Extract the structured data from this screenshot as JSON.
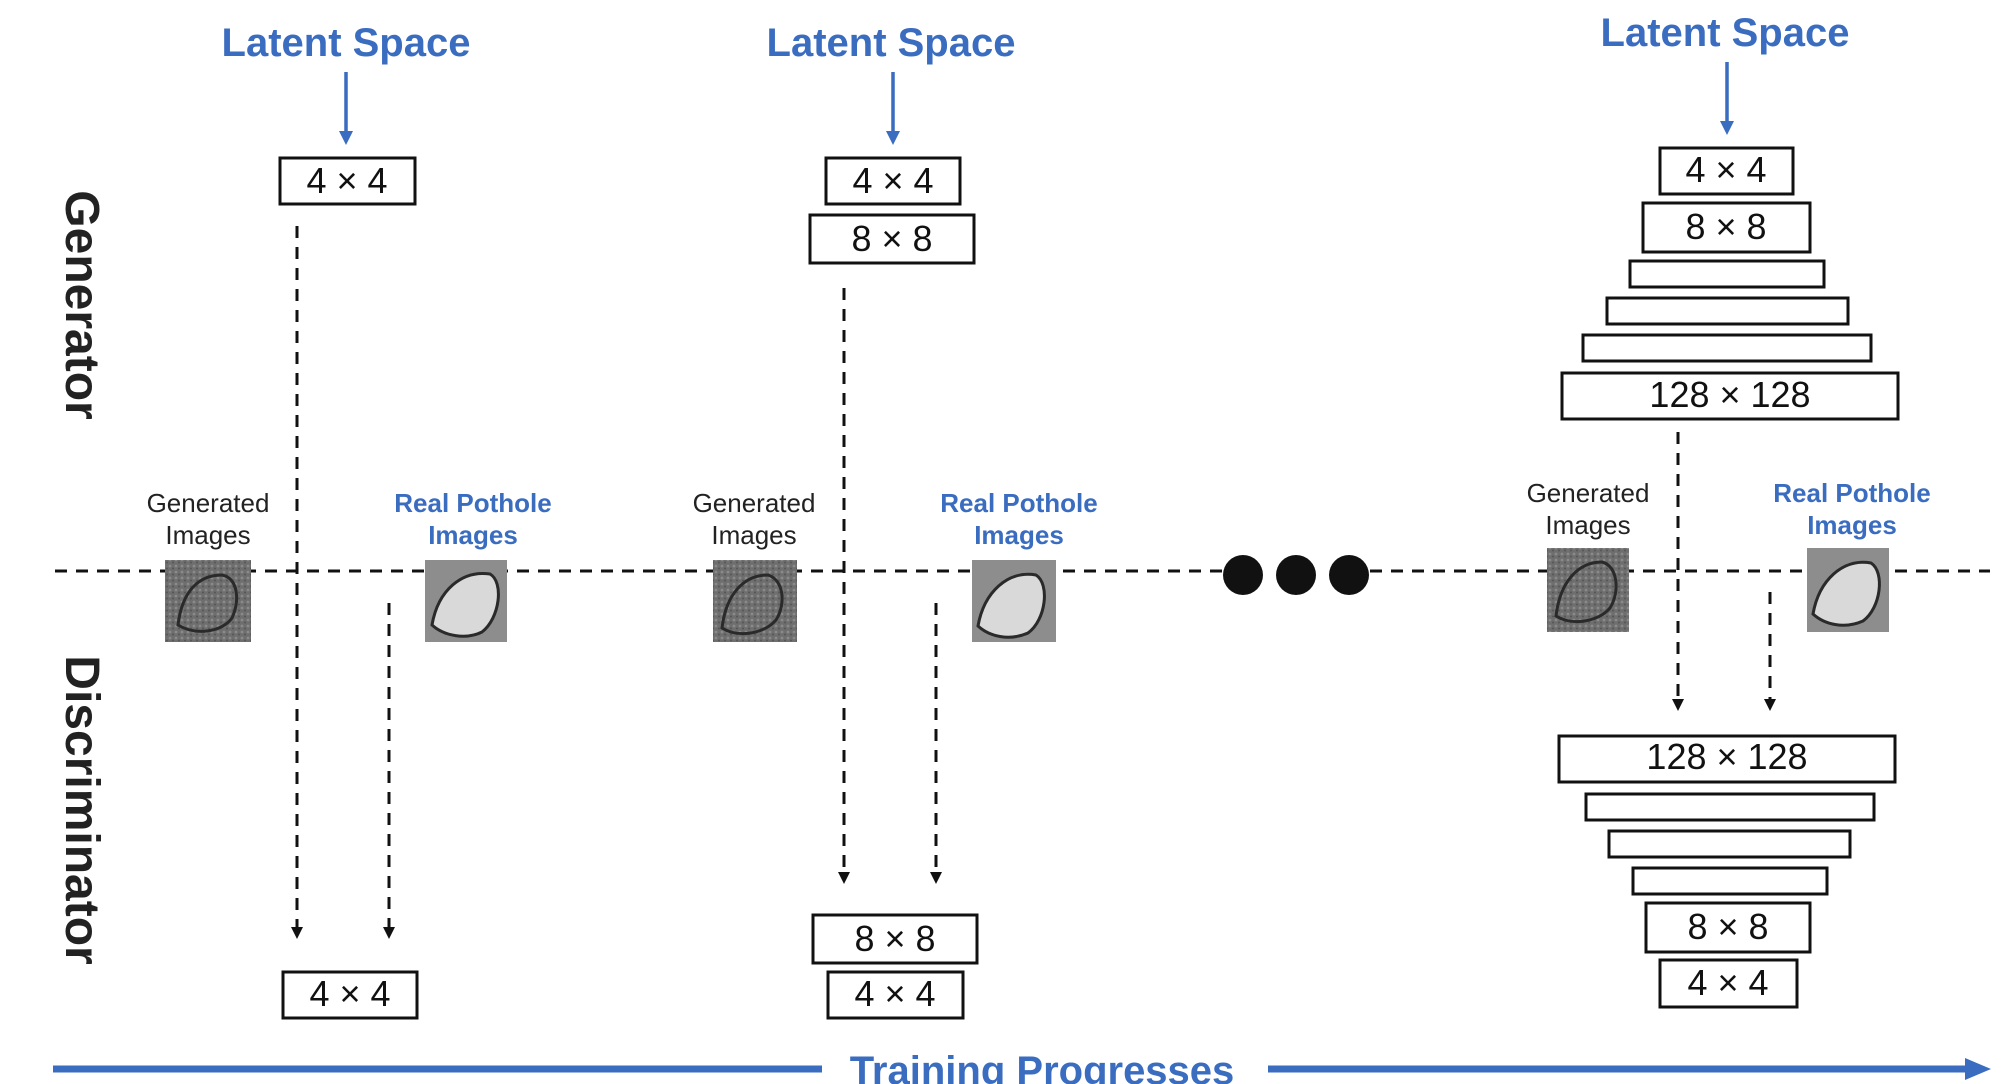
{
  "labels": {
    "latent_space": "Latent Space",
    "generator": "Generator",
    "discriminator": "Discriminator",
    "generated_images_line1": "Generated",
    "generated_images_line2": "Images",
    "real_images_line1": "Real Pothole",
    "real_images_line2": "Images",
    "training_progresses": "Training Progresses"
  },
  "stages": [
    {
      "generator_layers": [
        "4 × 4"
      ],
      "discriminator_layers": [
        "4 × 4"
      ]
    },
    {
      "generator_layers": [
        "4 × 4",
        "8 × 8"
      ],
      "discriminator_layers": [
        "8 × 8",
        "4 × 4"
      ]
    },
    {
      "generator_layers": [
        "4 × 4",
        "8 × 8",
        "",
        "",
        "",
        "128 × 128"
      ],
      "discriminator_layers": [
        "128 × 128",
        "",
        "",
        "",
        "8 × 8",
        "4 × 4"
      ]
    }
  ],
  "colors": {
    "accent_blue": "#3a6cc0",
    "line": "#111111"
  }
}
